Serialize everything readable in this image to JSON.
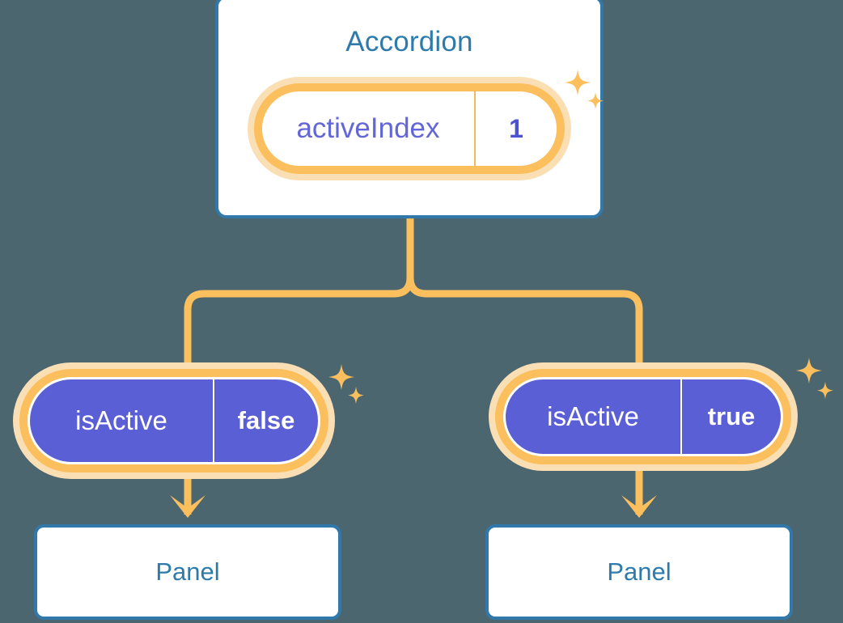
{
  "background_color": "#4c6670",
  "palette": {
    "card_border": "#3178ab",
    "card_text": "#2e7bab",
    "pill_ring_outer": "#fbdfb4",
    "pill_ring_inner": "#fbbf5e",
    "pill_fill_purple": "#5b5fd6",
    "pill_text_purple": "#6366d8",
    "connector": "#fbbf5e",
    "sparkle": "#fbbf5e",
    "white": "#ffffff"
  },
  "accordion": {
    "title": "Accordion",
    "state": {
      "key": "activeIndex",
      "value": "1"
    }
  },
  "children": [
    {
      "id": "left",
      "state": {
        "key": "isActive",
        "value": "false"
      },
      "panel_label": "Panel"
    },
    {
      "id": "right",
      "state": {
        "key": "isActive",
        "value": "true"
      },
      "panel_label": "Panel"
    }
  ],
  "icons": {
    "sparkle_large": "sparkle-four-point-large",
    "sparkle_small": "sparkle-four-point-small",
    "arrow": "arrow-down-icon",
    "branch": "tree-branch-connector"
  }
}
